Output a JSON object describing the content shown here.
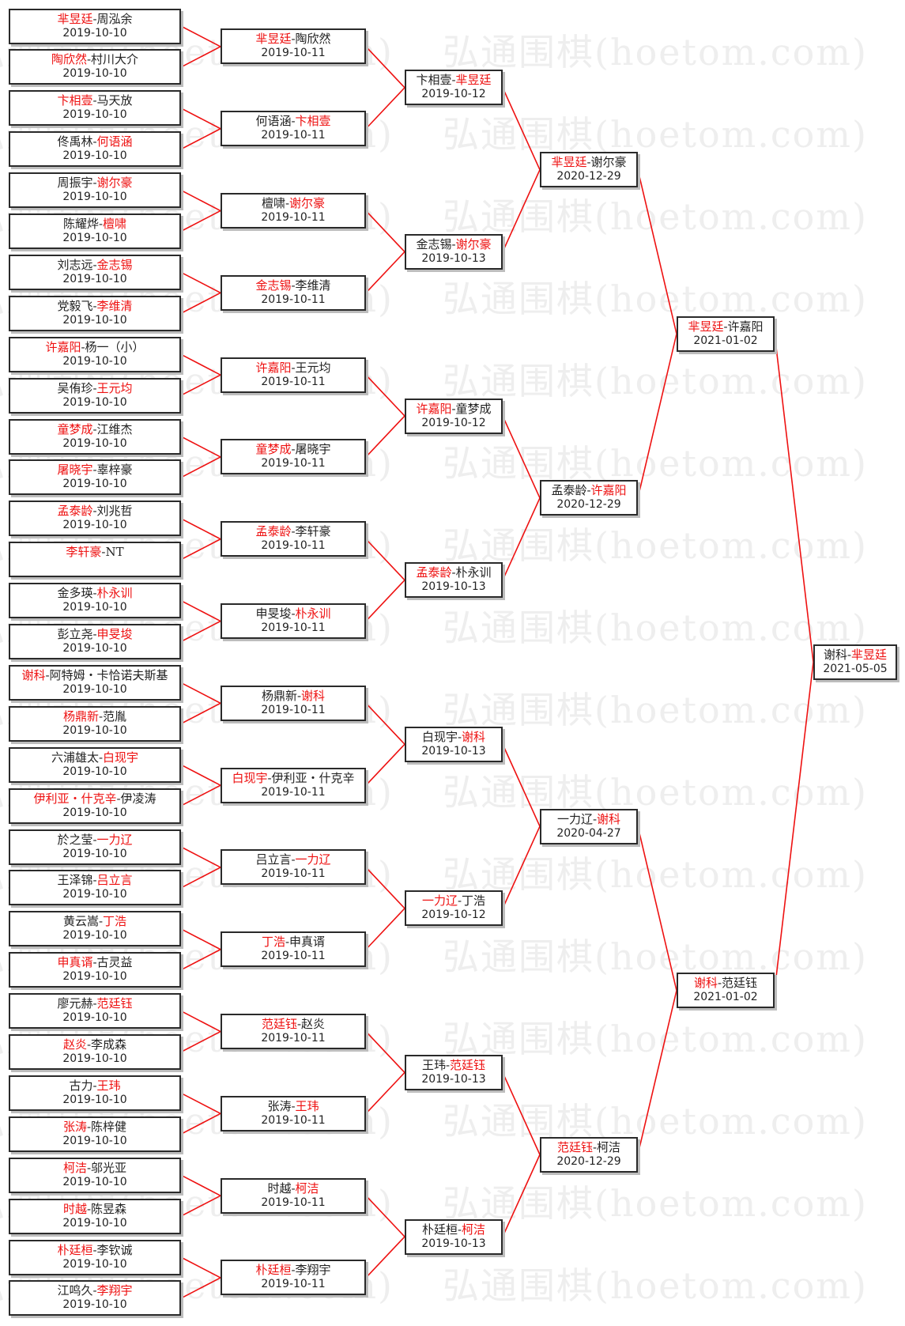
{
  "watermark": "弘通围棋(hoetom.com)",
  "colors": {
    "winner": "#ee1111",
    "line": "#ee1111",
    "border": "#2a2a2a"
  },
  "rounds": [
    [
      {
        "p1": "芈昱廷",
        "p2": "周泓余",
        "date": "2019-10-10",
        "winner": 1
      },
      {
        "p1": "陶欣然",
        "p2": "村川大介",
        "date": "2019-10-10",
        "winner": 1
      },
      {
        "p1": "卞相壹",
        "p2": "马天放",
        "date": "2019-10-10",
        "winner": 1
      },
      {
        "p1": "佟禹林",
        "p2": "何语涵",
        "date": "2019-10-10",
        "winner": 2
      },
      {
        "p1": "周振宇",
        "p2": "谢尔豪",
        "date": "2019-10-10",
        "winner": 2
      },
      {
        "p1": "陈耀烨",
        "p2": "檀啸",
        "date": "2019-10-10",
        "winner": 2
      },
      {
        "p1": "刘志远",
        "p2": "金志锡",
        "date": "2019-10-10",
        "winner": 2
      },
      {
        "p1": "党毅飞",
        "p2": "李维清",
        "date": "2019-10-10",
        "winner": 2
      },
      {
        "p1": "许嘉阳",
        "p2": "杨一（小）",
        "date": "2019-10-10",
        "winner": 1
      },
      {
        "p1": "吴侑珍",
        "p2": "王元均",
        "date": "2019-10-10",
        "winner": 2
      },
      {
        "p1": "童梦成",
        "p2": "江维杰",
        "date": "2019-10-10",
        "winner": 1
      },
      {
        "p1": "屠晓宇",
        "p2": "辜梓豪",
        "date": "2019-10-10",
        "winner": 1
      },
      {
        "p1": "孟泰龄",
        "p2": "刘兆哲",
        "date": "2019-10-10",
        "winner": 1
      },
      {
        "p1": "李轩豪",
        "p2": "NT",
        "date": "",
        "winner": 1
      },
      {
        "p1": "金多瑛",
        "p2": "朴永训",
        "date": "2019-10-10",
        "winner": 2
      },
      {
        "p1": "彭立尧",
        "p2": "申旻埈",
        "date": "2019-10-10",
        "winner": 2
      },
      {
        "p1": "谢科",
        "p2": "阿特姆・卡恰诺夫斯基",
        "date": "2019-10-10",
        "winner": 1
      },
      {
        "p1": "杨鼎新",
        "p2": "范胤",
        "date": "2019-10-10",
        "winner": 1
      },
      {
        "p1": "六浦雄太",
        "p2": "白现宇",
        "date": "2019-10-10",
        "winner": 2
      },
      {
        "p1": "伊利亚・什克辛",
        "p2": "伊凌涛",
        "date": "2019-10-10",
        "winner": 1
      },
      {
        "p1": "於之莹",
        "p2": "一力辽",
        "date": "2019-10-10",
        "winner": 2
      },
      {
        "p1": "王泽锦",
        "p2": "吕立言",
        "date": "2019-10-10",
        "winner": 2
      },
      {
        "p1": "黄云嵩",
        "p2": "丁浩",
        "date": "2019-10-10",
        "winner": 2
      },
      {
        "p1": "申真谞",
        "p2": "古灵益",
        "date": "2019-10-10",
        "winner": 1
      },
      {
        "p1": "廖元赫",
        "p2": "范廷钰",
        "date": "2019-10-10",
        "winner": 2
      },
      {
        "p1": "赵炎",
        "p2": "李成森",
        "date": "2019-10-10",
        "winner": 1
      },
      {
        "p1": "古力",
        "p2": "王玮",
        "date": "2019-10-10",
        "winner": 2
      },
      {
        "p1": "张涛",
        "p2": "陈梓健",
        "date": "2019-10-10",
        "winner": 1
      },
      {
        "p1": "柯洁",
        "p2": "邬光亚",
        "date": "2019-10-10",
        "winner": 1
      },
      {
        "p1": "时越",
        "p2": "陈昱森",
        "date": "2019-10-10",
        "winner": 1
      },
      {
        "p1": "朴廷桓",
        "p2": "李钦诚",
        "date": "2019-10-10",
        "winner": 1
      },
      {
        "p1": "江鸣久",
        "p2": "李翔宇",
        "date": "2019-10-10",
        "winner": 2
      }
    ],
    [
      {
        "p1": "芈昱廷",
        "p2": "陶欣然",
        "date": "2019-10-11",
        "winner": 1
      },
      {
        "p1": "何语涵",
        "p2": "卞相壹",
        "date": "2019-10-11",
        "winner": 2
      },
      {
        "p1": "檀啸",
        "p2": "谢尔豪",
        "date": "2019-10-11",
        "winner": 2
      },
      {
        "p1": "金志锡",
        "p2": "李维清",
        "date": "2019-10-11",
        "winner": 1
      },
      {
        "p1": "许嘉阳",
        "p2": "王元均",
        "date": "2019-10-11",
        "winner": 1
      },
      {
        "p1": "童梦成",
        "p2": "屠晓宇",
        "date": "2019-10-11",
        "winner": 1
      },
      {
        "p1": "孟泰龄",
        "p2": "李轩豪",
        "date": "2019-10-11",
        "winner": 1
      },
      {
        "p1": "申旻埈",
        "p2": "朴永训",
        "date": "2019-10-11",
        "winner": 2
      },
      {
        "p1": "杨鼎新",
        "p2": "谢科",
        "date": "2019-10-11",
        "winner": 2
      },
      {
        "p1": "白现宇",
        "p2": "伊利亚・什克辛",
        "date": "2019-10-11",
        "winner": 1
      },
      {
        "p1": "吕立言",
        "p2": "一力辽",
        "date": "2019-10-11",
        "winner": 2
      },
      {
        "p1": "丁浩",
        "p2": "申真谞",
        "date": "2019-10-11",
        "winner": 1
      },
      {
        "p1": "范廷钰",
        "p2": "赵炎",
        "date": "2019-10-11",
        "winner": 1
      },
      {
        "p1": "张涛",
        "p2": "王玮",
        "date": "2019-10-11",
        "winner": 2
      },
      {
        "p1": "时越",
        "p2": "柯洁",
        "date": "2019-10-11",
        "winner": 2
      },
      {
        "p1": "朴廷桓",
        "p2": "李翔宇",
        "date": "2019-10-11",
        "winner": 1
      }
    ],
    [
      {
        "p1": "卞相壹",
        "p2": "芈昱廷",
        "date": "2019-10-12",
        "winner": 2
      },
      {
        "p1": "金志锡",
        "p2": "谢尔豪",
        "date": "2019-10-13",
        "winner": 2
      },
      {
        "p1": "许嘉阳",
        "p2": "童梦成",
        "date": "2019-10-12",
        "winner": 1
      },
      {
        "p1": "孟泰龄",
        "p2": "朴永训",
        "date": "2019-10-13",
        "winner": 1
      },
      {
        "p1": "白现宇",
        "p2": "谢科",
        "date": "2019-10-13",
        "winner": 2
      },
      {
        "p1": "一力辽",
        "p2": "丁浩",
        "date": "2019-10-12",
        "winner": 1
      },
      {
        "p1": "王玮",
        "p2": "范廷钰",
        "date": "2019-10-13",
        "winner": 2
      },
      {
        "p1": "朴廷桓",
        "p2": "柯洁",
        "date": "2019-10-13",
        "winner": 2
      }
    ],
    [
      {
        "p1": "芈昱廷",
        "p2": "谢尔豪",
        "date": "2020-12-29",
        "winner": 1
      },
      {
        "p1": "孟泰龄",
        "p2": "许嘉阳",
        "date": "2020-12-29",
        "winner": 2
      },
      {
        "p1": "一力辽",
        "p2": "谢科",
        "date": "2020-04-27",
        "winner": 2
      },
      {
        "p1": "范廷钰",
        "p2": "柯洁",
        "date": "2020-12-29",
        "winner": 1
      }
    ],
    [
      {
        "p1": "芈昱廷",
        "p2": "许嘉阳",
        "date": "2021-01-02",
        "winner": 1
      },
      {
        "p1": "谢科",
        "p2": "范廷钰",
        "date": "2021-01-02",
        "winner": 1
      }
    ],
    [
      {
        "p1": "谢科",
        "p2": "芈昱廷",
        "date": "2021-05-05",
        "winner": 2
      }
    ]
  ]
}
